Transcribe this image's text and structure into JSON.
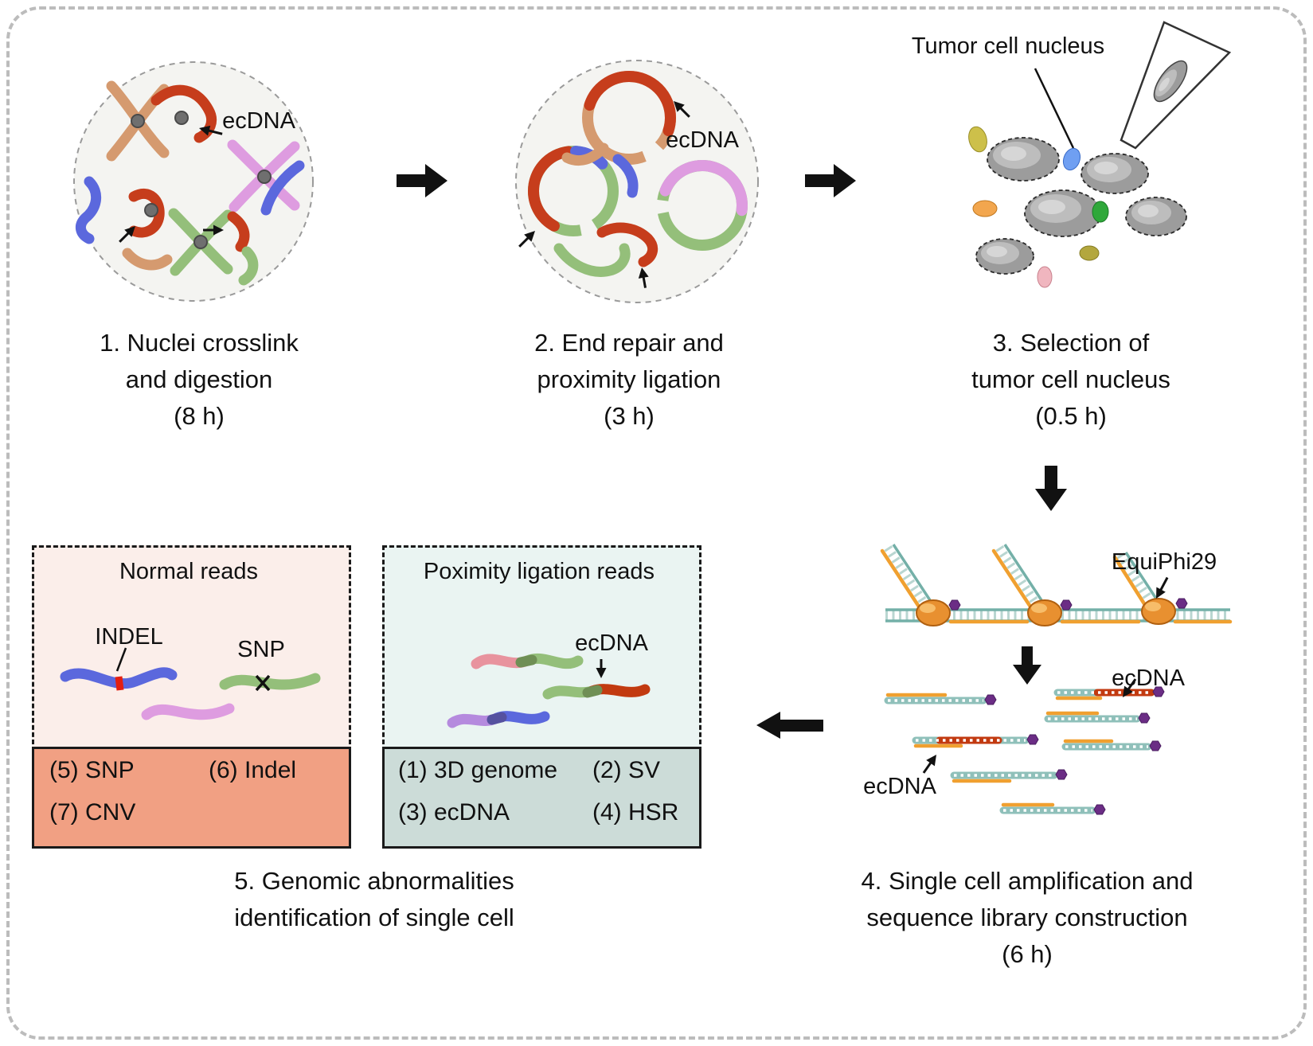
{
  "steps": {
    "step1": {
      "caption": [
        "1. Nuclei crosslink",
        "and digestion",
        "(8 h)"
      ],
      "ecdna_label": "ecDNA"
    },
    "step2": {
      "caption": [
        "2. End repair and",
        "proximity ligation",
        "(3 h)"
      ],
      "ecdna_label": "ecDNA"
    },
    "step3": {
      "caption": [
        "3. Selection of",
        "tumor cell nucleus",
        "(0.5 h)"
      ],
      "nucleus_label": "Tumor cell nucleus"
    },
    "step4": {
      "caption": [
        "4. Single cell amplification and",
        "sequence library construction",
        "(6 h)"
      ],
      "enzyme_label": "EquiPhi29",
      "ecdna_label_upper": "ecDNA",
      "ecdna_label_lower": "ecDNA"
    },
    "step5": {
      "caption": [
        "5. Genomic abnormalities",
        "identification of single cell"
      ]
    }
  },
  "normal_reads_panel": {
    "title": "Normal reads",
    "indel_label": "INDEL",
    "snp_label": "SNP",
    "result_items": [
      "(5) SNP",
      "(6) Indel",
      "(7) CNV"
    ]
  },
  "ligation_reads_panel": {
    "title": "Poximity ligation reads",
    "ecdna_label": "ecDNA",
    "result_items": [
      "(1) 3D genome",
      "(2) SV",
      "(3) ecDNA",
      "(4) HSR"
    ]
  },
  "colors": {
    "chromosome_red": "#c63d1c",
    "chromosome_tan": "#d59a6f",
    "chromosome_green": "#94bf7a",
    "chromosome_blue": "#5b68dd",
    "chromosome_orchid": "#de9ce0",
    "strand_teal": "#8fc0ba",
    "primer_orange": "#f0a030",
    "tag_purple": "#6b2d85",
    "normal_panel_bg": "#fbeeea",
    "normal_results_bg": "#f1a083",
    "ligation_panel_bg": "#eaf4f2",
    "ligation_results_bg": "#ccdcd8"
  }
}
